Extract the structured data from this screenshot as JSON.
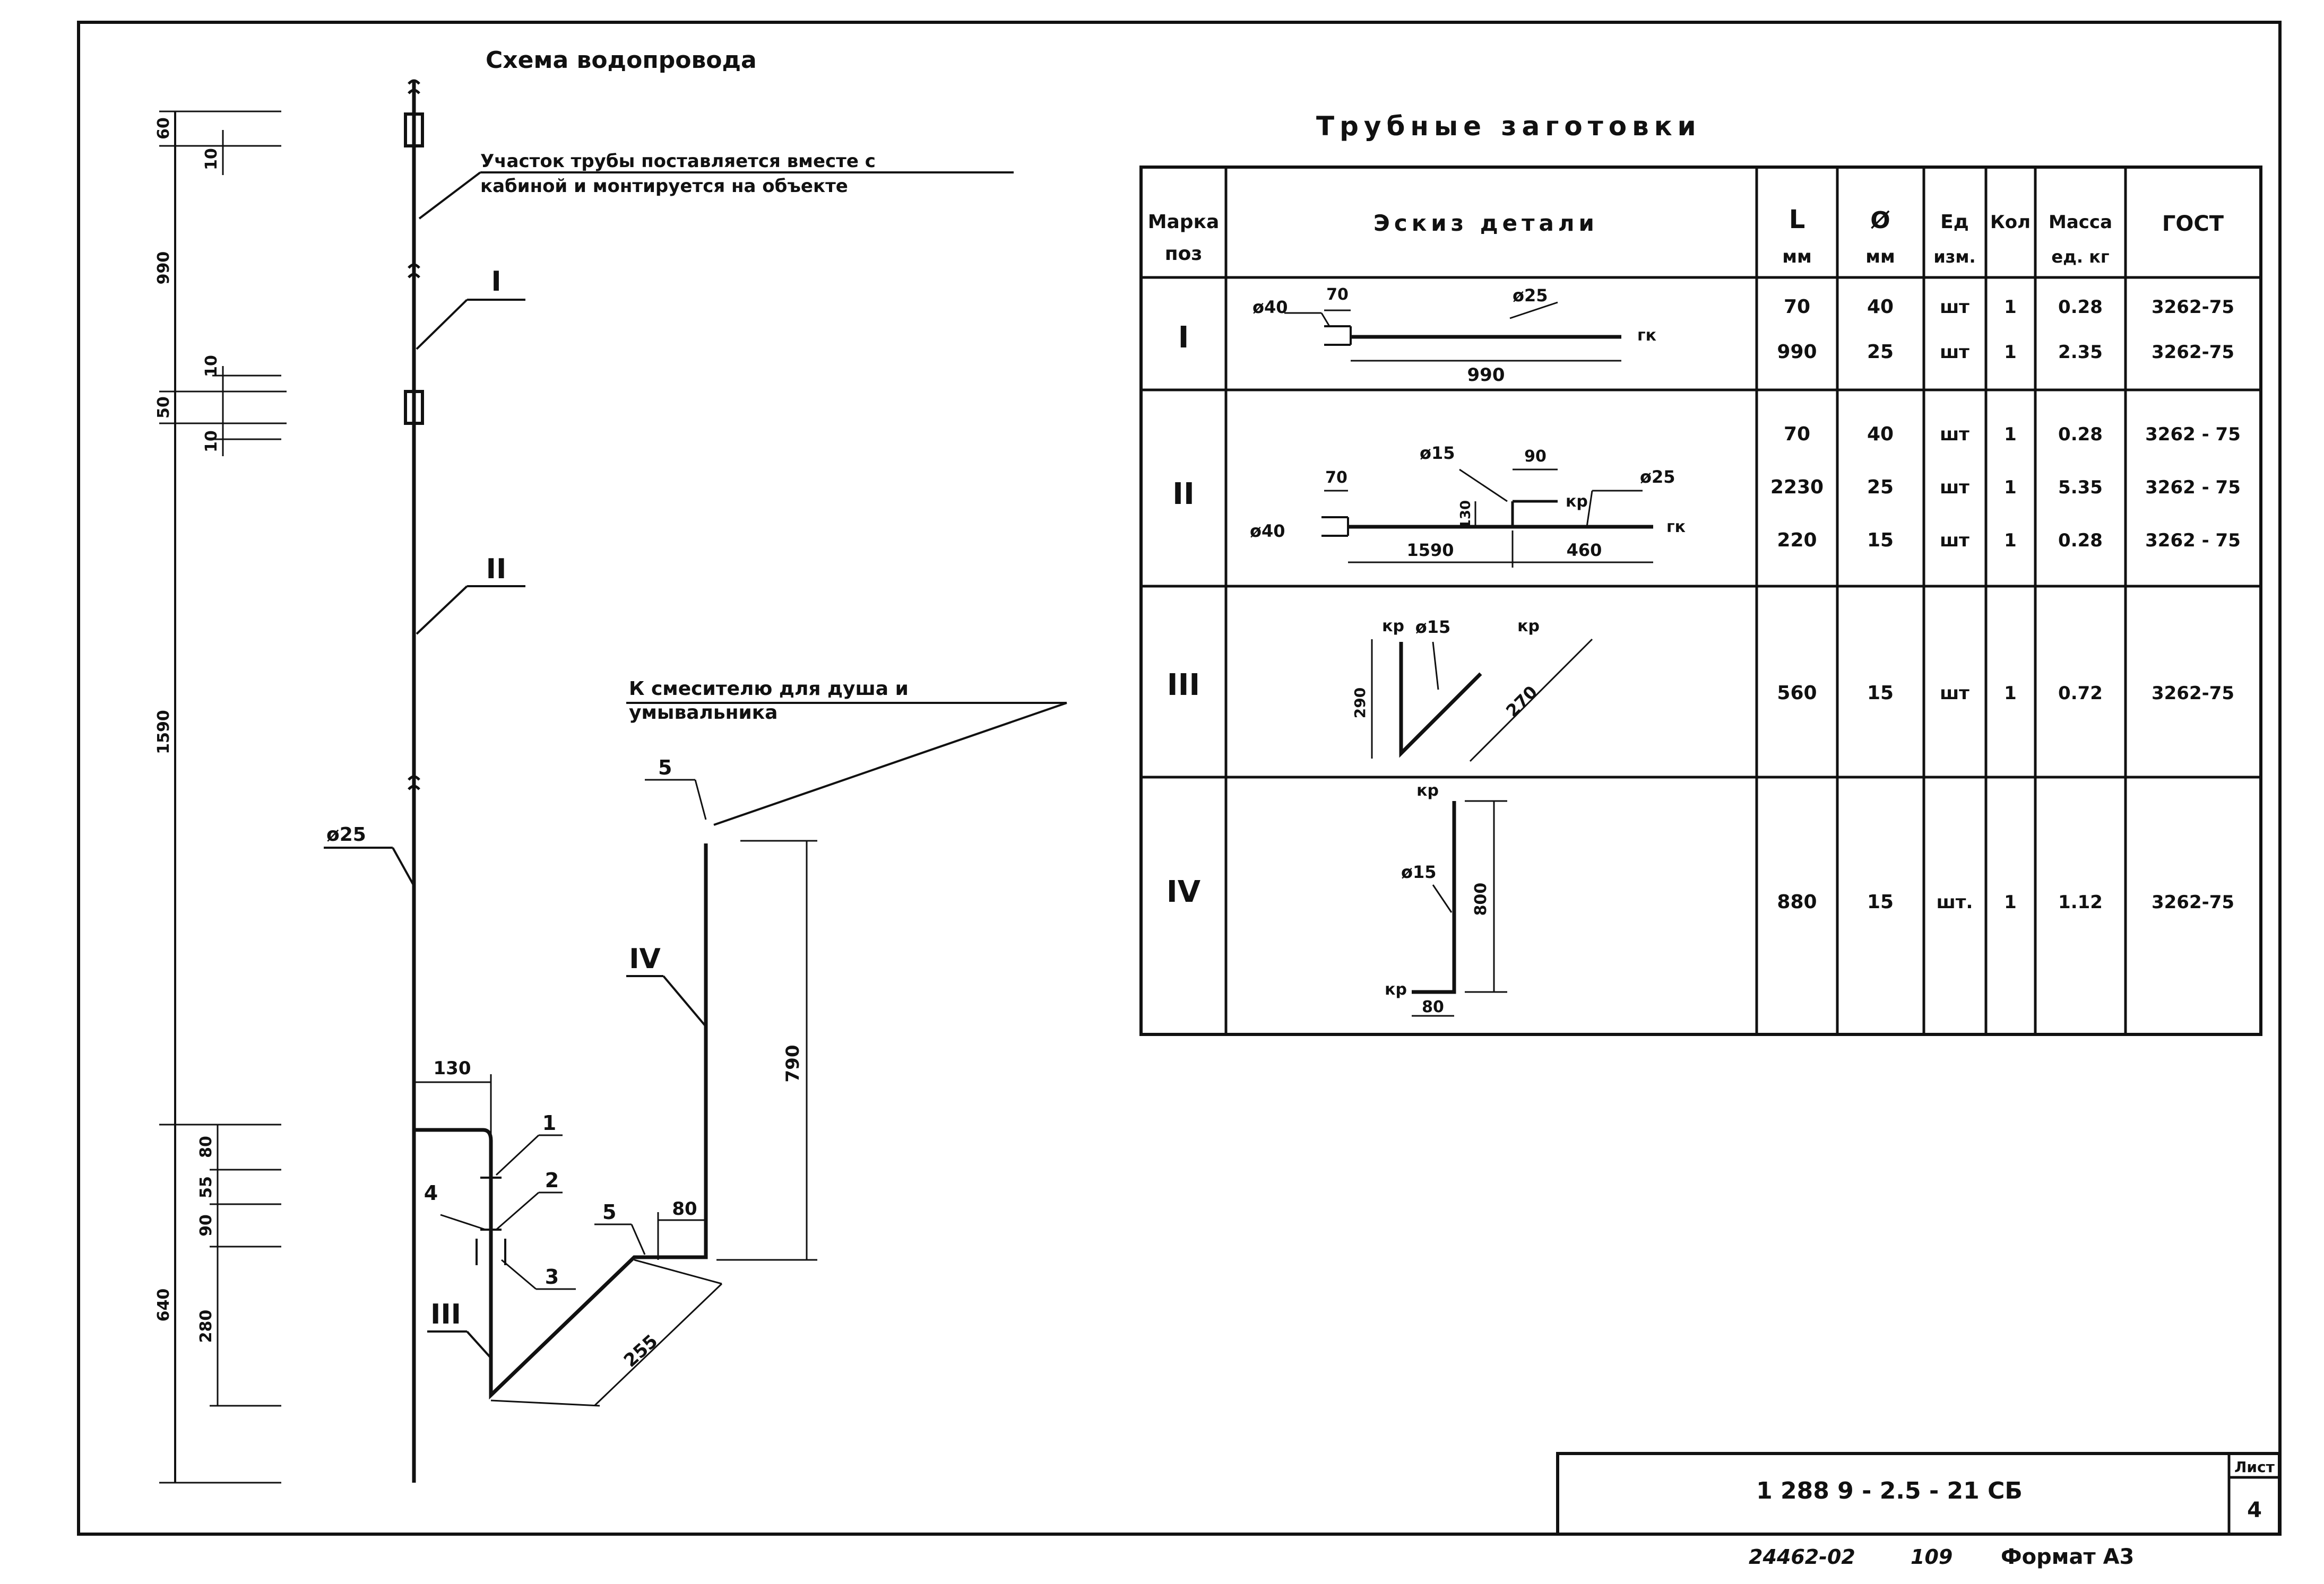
{
  "scheme": {
    "title": "Схема водопровода",
    "note_section": [
      "Участок трубы поставляется вместе с",
      "кабиной и монтируется на объекте"
    ],
    "note_mixer": [
      "К смесителю для душа и",
      "умывальника"
    ],
    "pipe_diameter": "ø25",
    "dims_left": [
      "60",
      "10",
      "990",
      "10",
      "50",
      "10",
      "1590",
      "80",
      "55",
      "90",
      "280",
      "640"
    ],
    "dims_right": [
      "130",
      "80",
      "790",
      "255"
    ],
    "markers": [
      "I",
      "II",
      "III",
      "IV"
    ],
    "positions": [
      "1",
      "2",
      "3",
      "4",
      "5",
      "5"
    ]
  },
  "table": {
    "title": "Трубные заготовки",
    "headers": {
      "mark": [
        "Марка",
        "поз"
      ],
      "sketch": "Эскиз детали",
      "length": [
        "L",
        "мм"
      ],
      "diameter": [
        "Ø",
        "мм"
      ],
      "unit": [
        "Ед",
        "изм."
      ],
      "qty": "Кол",
      "mass": [
        "Масса",
        "ед. кг"
      ],
      "gost": "ГОСТ"
    },
    "rows": [
      {
        "mark": "I",
        "lines": [
          {
            "L": "70",
            "d": "40",
            "unit": "шт",
            "qty": "1",
            "mass": "0.28",
            "gost": "3262-75"
          },
          {
            "L": "990",
            "d": "25",
            "unit": "шт",
            "qty": "1",
            "mass": "2.35",
            "gost": "3262-75"
          }
        ],
        "sketch": {
          "d1": "ø40",
          "d2": "ø25",
          "a": "70",
          "b": "990",
          "end": "гк"
        }
      },
      {
        "mark": "II",
        "lines": [
          {
            "L": "70",
            "d": "40",
            "unit": "шт",
            "qty": "1",
            "mass": "0.28",
            "gost": "3262 - 75"
          },
          {
            "L": "2230",
            "d": "25",
            "unit": "шт",
            "qty": "1",
            "mass": "5.35",
            "gost": "3262 - 75"
          },
          {
            "L": "220",
            "d": "15",
            "unit": "шт",
            "qty": "1",
            "mass": "0.28",
            "gost": "3262 - 75"
          }
        ],
        "sketch": {
          "d1": "ø40",
          "d2": "ø15",
          "d3": "ø25",
          "a": "70",
          "b": "90",
          "c": "130",
          "e": "1590",
          "f": "460",
          "kr": "кр",
          "end": "гк"
        }
      },
      {
        "mark": "III",
        "lines": [
          {
            "L": "560",
            "d": "15",
            "unit": "шт",
            "qty": "1",
            "mass": "0.72",
            "gost": "3262-75"
          }
        ],
        "sketch": {
          "d": "ø15",
          "a": "290",
          "b": "270",
          "kr1": "кр",
          "kr2": "кр"
        }
      },
      {
        "mark": "IV",
        "lines": [
          {
            "L": "880",
            "d": "15",
            "unit": "шт.",
            "qty": "1",
            "mass": "1.12",
            "gost": "3262-75"
          }
        ],
        "sketch": {
          "d": "ø15",
          "a": "800",
          "b": "80",
          "kr1": "кр",
          "kr2": "кр"
        }
      }
    ]
  },
  "stamp": {
    "code": "1 288 9 - 2.5 - 21 СБ",
    "sheet_label": "Лист",
    "sheet_no": "4",
    "archive_no": "24462-02",
    "number": "109",
    "format": "Формат А3"
  },
  "colors": {
    "ink": "#111111",
    "paper": "#ffffff"
  }
}
